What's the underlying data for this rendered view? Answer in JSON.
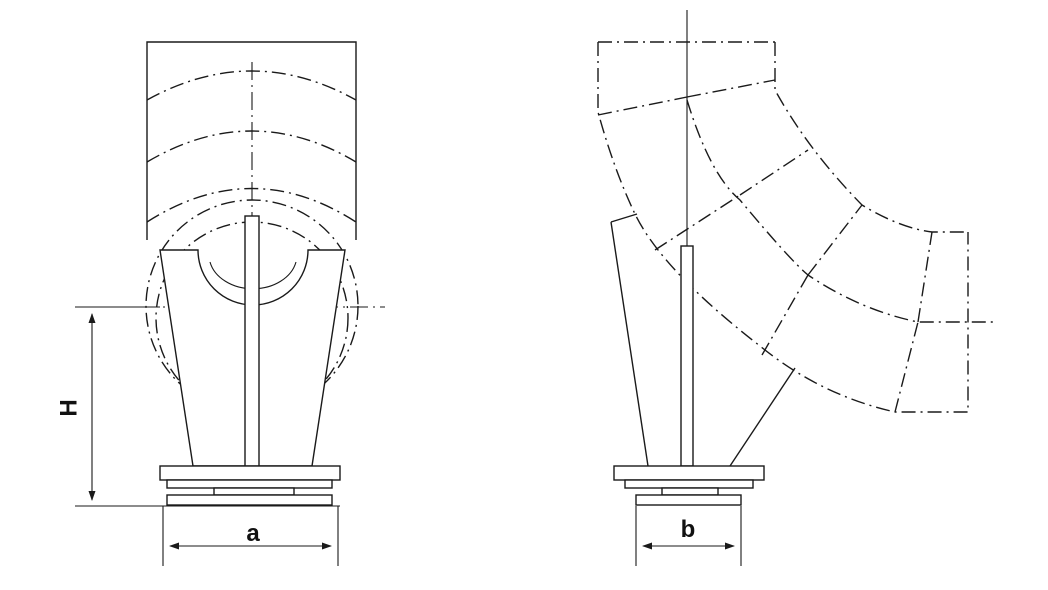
{
  "labels": {
    "height": "H",
    "front_width": "a",
    "side_width": "b"
  },
  "colors": {
    "line": "#1a1a1a",
    "background": "#ffffff"
  }
}
